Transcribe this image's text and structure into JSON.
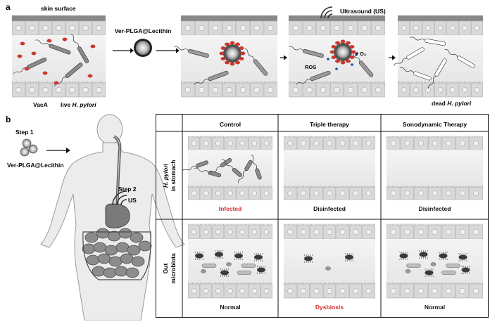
{
  "panel_a": {
    "label": "a",
    "skin_surface": "skin surface",
    "particle_label": "Ver-PLGA@Lecithin",
    "ultrasound": "Ultrasound (US)",
    "o2": "O₂",
    "ros": "ROS",
    "vaca": "VacA",
    "live_prefix": "live ",
    "live_species": "H. pylori",
    "dead_prefix": "dead ",
    "dead_species": "H. pylori"
  },
  "panel_b": {
    "label": "b",
    "step1": "Step 1",
    "step1_particle": "Ver-PLGA@Lecithin",
    "step2": "Step 2",
    "step2_us": "US",
    "columns": [
      "Control",
      "Triple therapy",
      "Sonodynamic Therapy"
    ],
    "row1_label_species": "H. pylori",
    "row1_label_rest": "in stomach",
    "row2_label_line1": "Gut",
    "row2_label_line2": "microbiota",
    "row1_status": [
      "Infected",
      "Disinfected",
      "Disinfected"
    ],
    "row2_status": [
      "Normal",
      "Dysbiosis",
      "Normal"
    ]
  },
  "colors": {
    "red_status": "#d62b2b",
    "skin_gray": "#888888",
    "cell_gray": "#d9d9d9",
    "bacteria_gray": "#8a8a8a",
    "microbe_dark": "#3a3a3a"
  }
}
